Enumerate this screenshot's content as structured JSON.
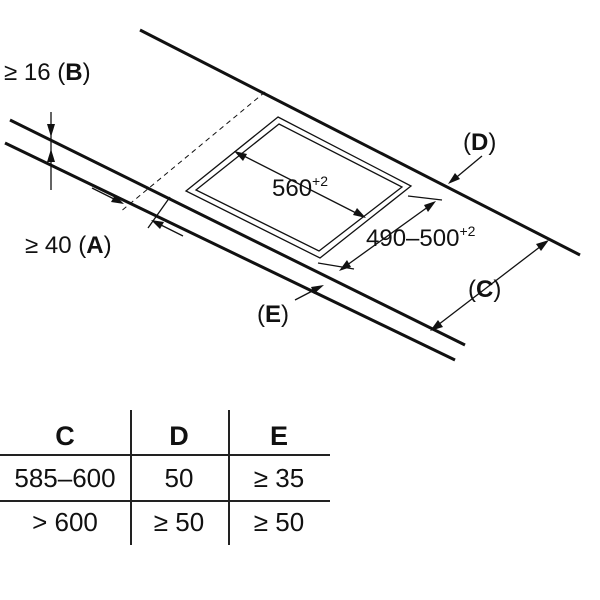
{
  "diagram": {
    "labels": {
      "b_value": "≥ 16",
      "b_letter": "B",
      "a_value": "≥ 40",
      "a_letter": "A",
      "d_letter": "D",
      "c_letter": "C",
      "e_letter": "E",
      "cutout_length": "560",
      "cutout_length_tol": "+2",
      "cutout_width": "490–500",
      "cutout_width_tol": "+2"
    }
  },
  "table": {
    "headers": [
      "C",
      "D",
      "E"
    ],
    "rows": [
      [
        "585–600",
        "50",
        "≥ 35"
      ],
      [
        "> 600",
        "≥ 50",
        "≥ 50"
      ]
    ]
  }
}
